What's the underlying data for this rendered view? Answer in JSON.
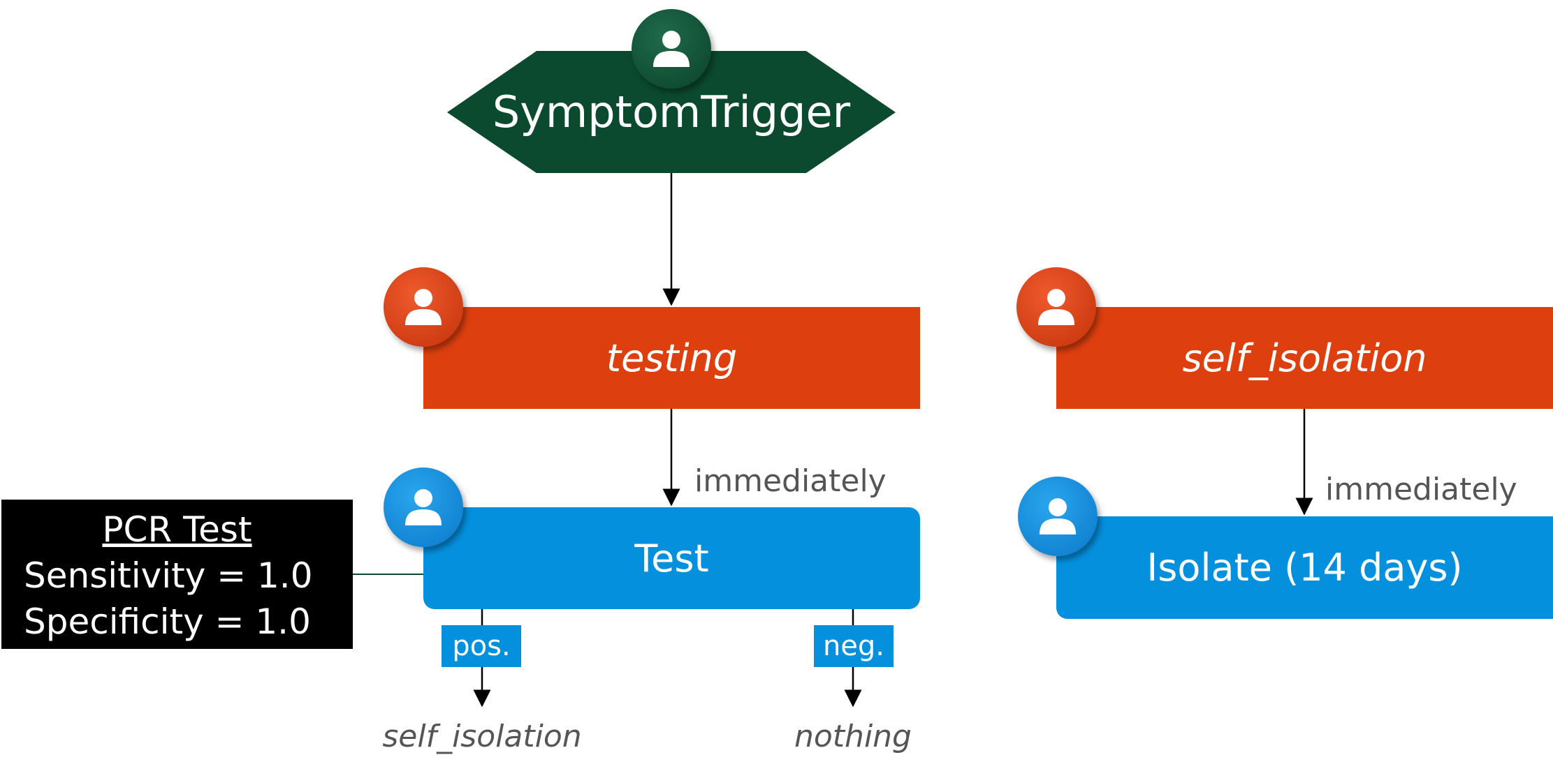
{
  "trigger": {
    "label": "SymptomTrigger",
    "icon": "person-icon",
    "color": "#0b4a2f"
  },
  "policies": [
    {
      "label": "testing",
      "icon": "person-icon",
      "color": "#dd3f0f"
    },
    {
      "label": "self_isolation",
      "icon": "person-icon",
      "color": "#dd3f0f"
    }
  ],
  "actions": [
    {
      "label": "Test",
      "icon": "person-icon",
      "color": "#0590de"
    },
    {
      "label": "Isolate (14 days)",
      "icon": "person-icon",
      "color": "#0590de"
    }
  ],
  "edge_labels": {
    "testing_to_test": "immediately",
    "isolation_to_isolate": "immediately"
  },
  "branches": [
    {
      "tag": "pos.",
      "outcome": "self_isolation"
    },
    {
      "tag": "neg.",
      "outcome": "nothing"
    }
  ],
  "note": {
    "title": "PCR Test",
    "lines": [
      "Sensitivity = 1.0",
      "Specificity = 1.0"
    ]
  }
}
